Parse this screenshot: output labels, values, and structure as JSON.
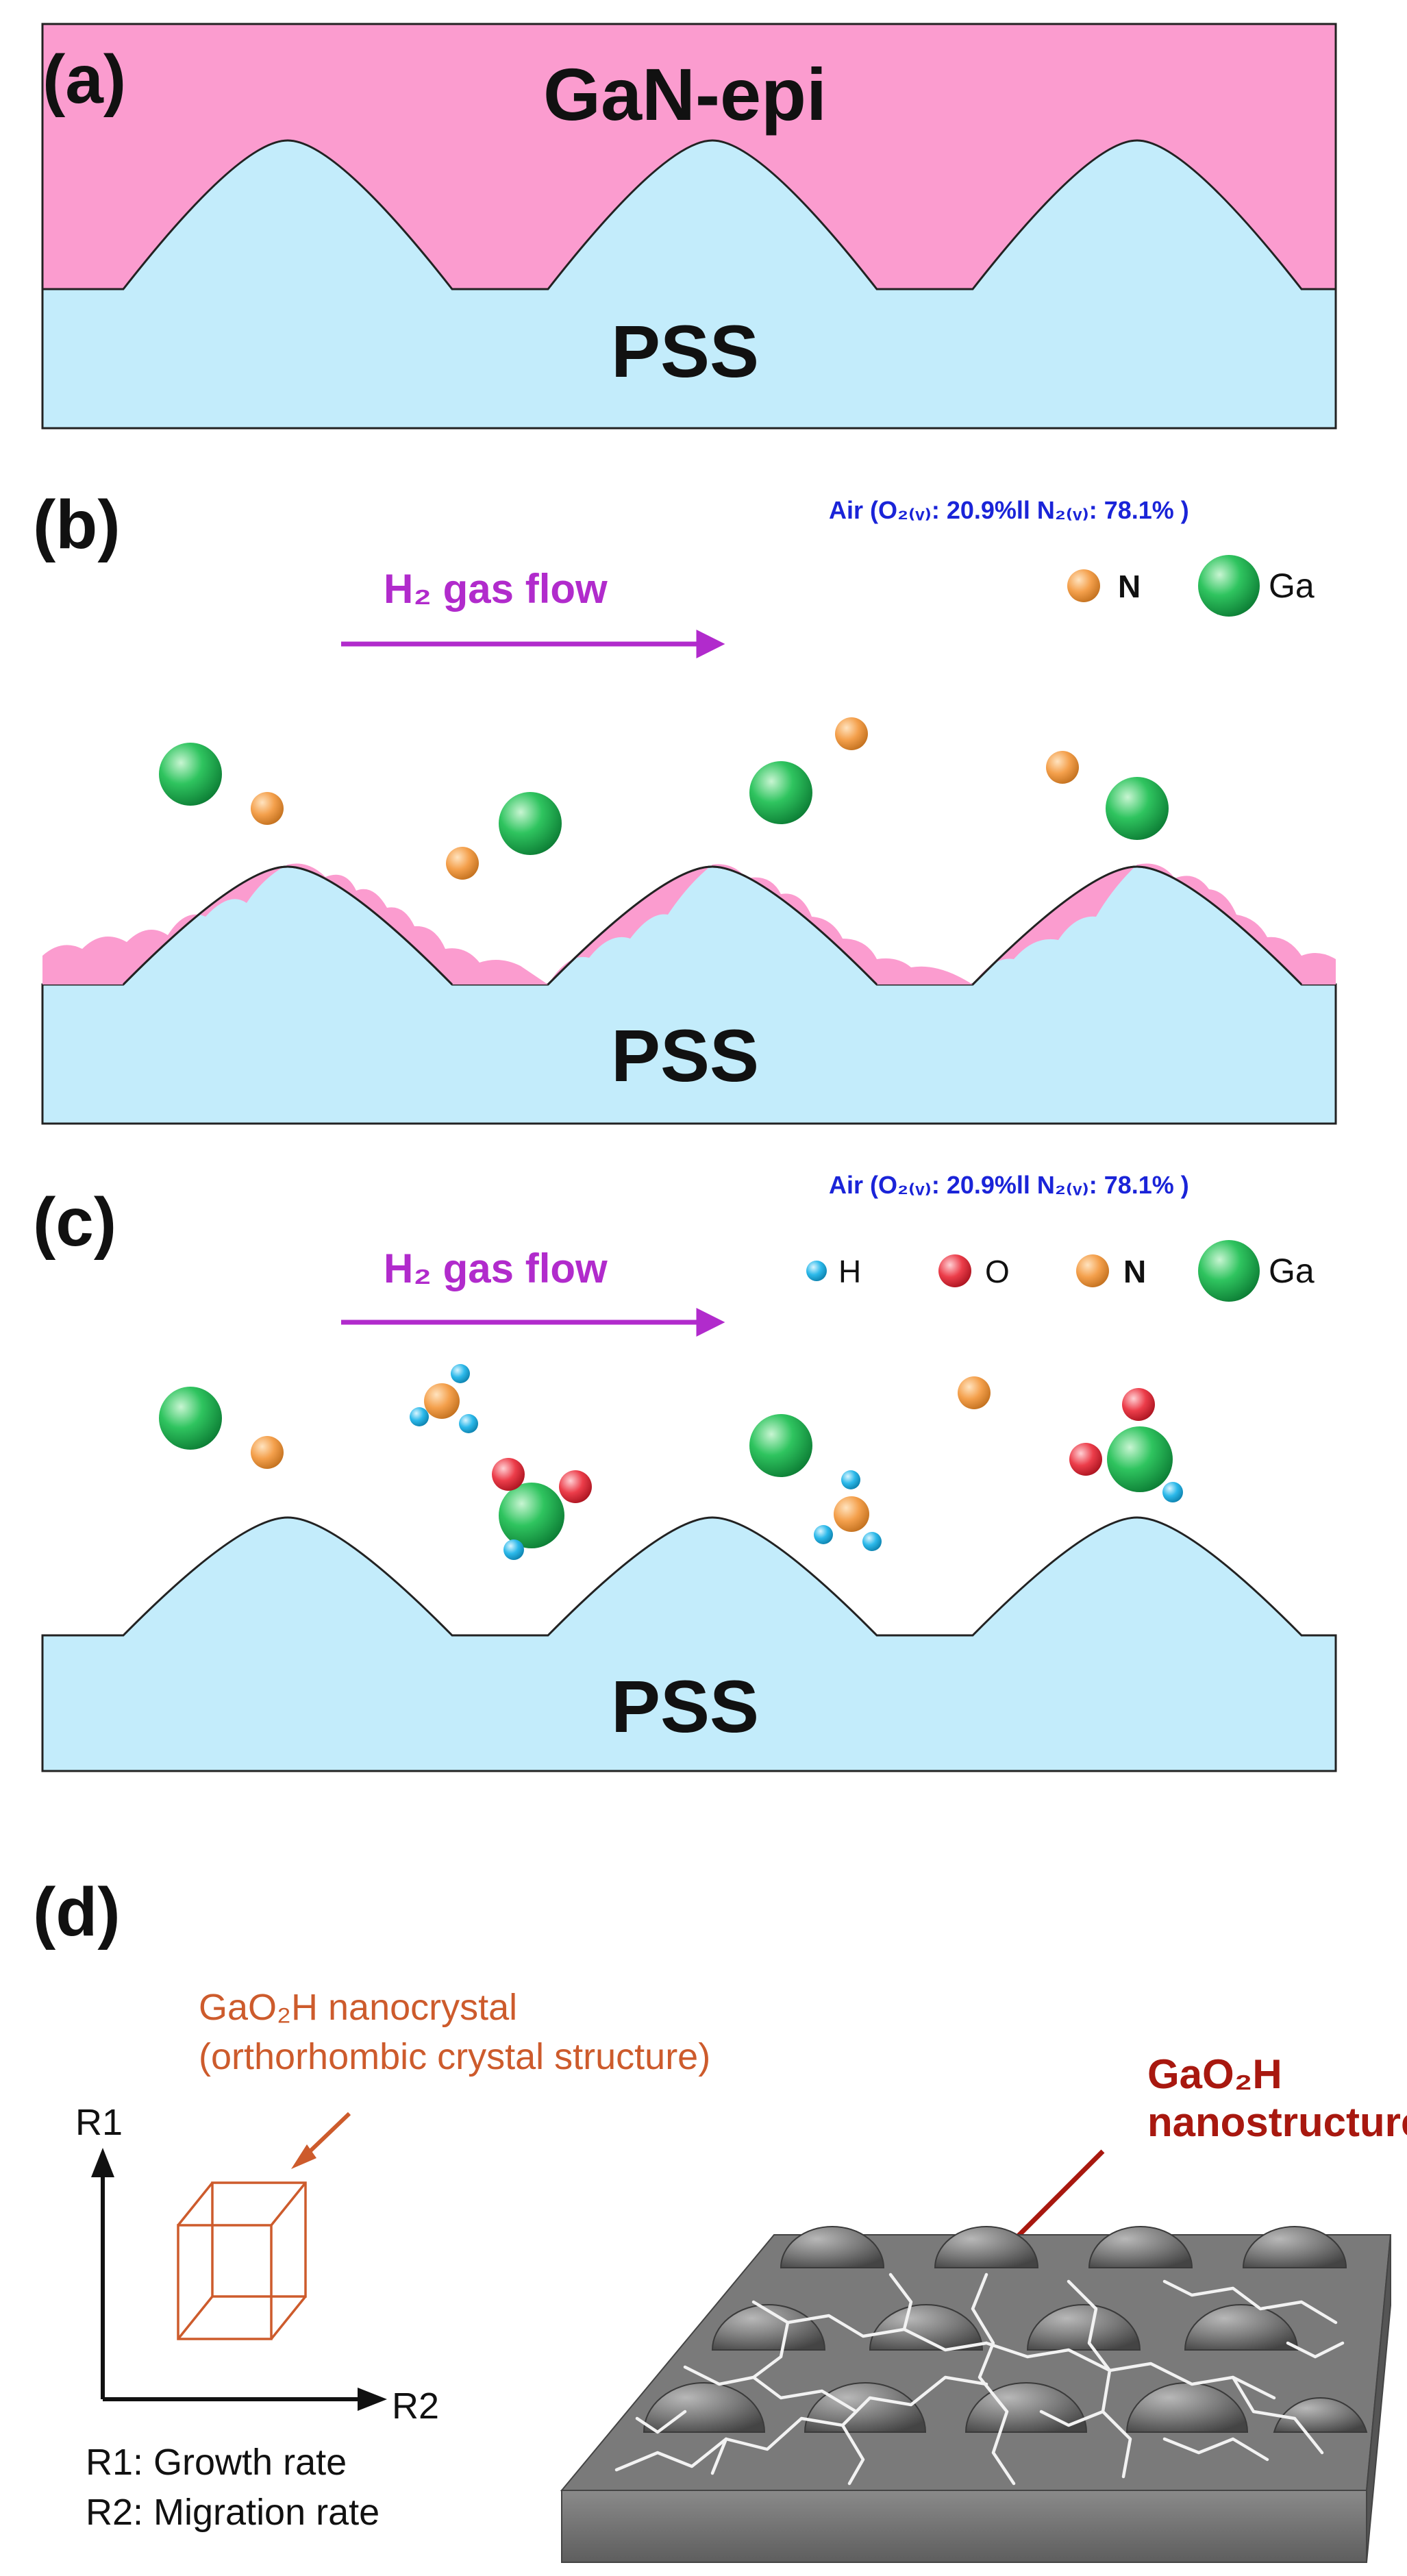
{
  "panel_a": {
    "letter": "(a)",
    "top_label": "GaN-epi",
    "bottom_label": "PSS"
  },
  "panel_b": {
    "letter": "(b)",
    "air": "Air (O₂₍ᵥ₎: 20.9%ll  N₂₍ᵥ₎: 78.1% )",
    "flow_label": "H₂ gas flow",
    "legend": [
      "N",
      "Ga"
    ],
    "bottom_label": "PSS"
  },
  "panel_c": {
    "letter": "(c)",
    "air": "Air (O₂₍ᵥ₎: 20.9%ll  N₂₍ᵥ₎: 78.1% )",
    "flow_label": "H₂ gas flow",
    "legend": [
      "H",
      "O",
      "N",
      "Ga"
    ],
    "bottom_label": "PSS"
  },
  "panel_d": {
    "letter": "(d)",
    "nanocrystal_title": "GaO₂H nanocrystal",
    "nanocrystal_subtitle": "(orthorhombic crystal structure)",
    "axis_r1": "R1",
    "axis_r2": "R2",
    "note_r1": "R1: Growth rate",
    "note_r2": "R2: Migration rate",
    "nano_line1": "GaO₂H",
    "nano_line2": "nanostructures"
  },
  "colors": {
    "gan": "#fb9ccf",
    "pss": "#c3ecfb",
    "flow": "#b12bcc",
    "blue_text": "#1a24d8",
    "n_atom": "#f4a04c",
    "ga_atom": "#1fb650",
    "h_atom": "#29b6e8",
    "o_atom": "#e8303e",
    "crystal": "#cd5b2c",
    "nano_label": "#a8180f"
  }
}
